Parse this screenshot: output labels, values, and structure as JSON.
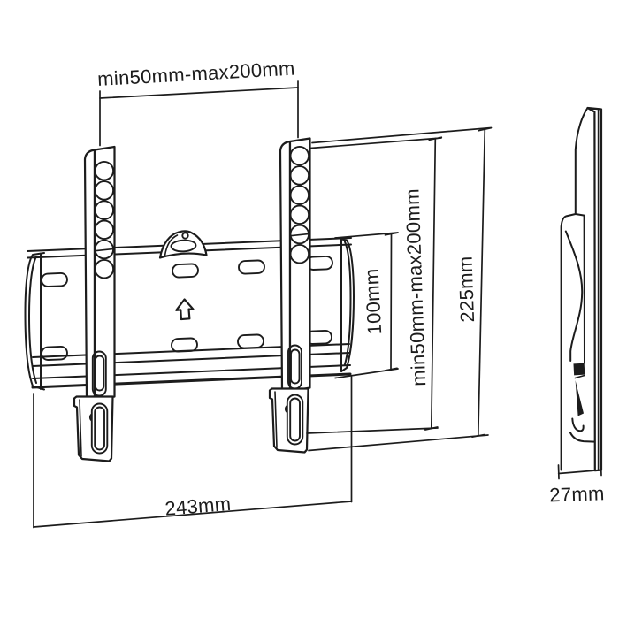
{
  "labels": {
    "top_width_range": "min50mm-max200mm",
    "vesa_height": "100mm",
    "vesa_height_range": "min50mm-max200mm",
    "bracket_height": "225mm",
    "plate_width": "243mm",
    "depth": "27mm"
  },
  "icons": {
    "up_arrow": "⇧"
  },
  "colors": {
    "line": "#1c1c1c",
    "background": "#ffffff"
  }
}
